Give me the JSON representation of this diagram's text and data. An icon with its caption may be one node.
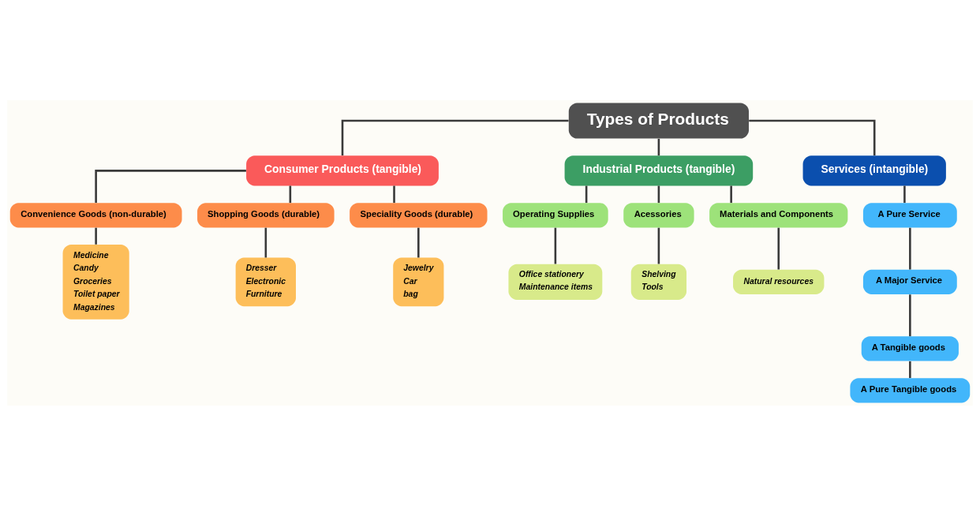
{
  "diagram": {
    "nodes": [
      {
        "text": [
          "Types of Products"
        ]
      },
      {
        "text": [
          "Consumer Products (tangible)"
        ]
      },
      {
        "text": [
          "Industrial Products (tangible)"
        ]
      },
      {
        "text": [
          "Services (intangible)"
        ]
      },
      {
        "text": [
          "Convenience Goods (non-durable)"
        ]
      },
      {
        "text": [
          "Shopping Goods (durable)"
        ]
      },
      {
        "text": [
          "Speciality Goods (durable)"
        ]
      },
      {
        "text": [
          "Medicine",
          "Candy",
          "Groceries",
          "Toilet paper",
          "Magazines"
        ]
      },
      {
        "text": [
          "Dresser",
          "Electronic",
          "Furniture"
        ]
      },
      {
        "text": [
          "Jewelry",
          "Car",
          "bag"
        ]
      },
      {
        "text": [
          "Operating Supplies"
        ]
      },
      {
        "text": [
          "Acessories"
        ]
      },
      {
        "text": [
          "Materials and Components"
        ]
      },
      {
        "text": [
          "Office stationery",
          "Maintenance items"
        ]
      },
      {
        "text": [
          "Shelving",
          "Tools"
        ]
      },
      {
        "text": [
          "Natural resources"
        ]
      },
      {
        "text": [
          "A Pure Service"
        ]
      },
      {
        "text": [
          "A Major Service"
        ]
      },
      {
        "text": [
          "A Tangible goods"
        ]
      },
      {
        "text": [
          "A Pure Tangible goods"
        ]
      }
    ],
    "edges": [
      {
        "from": 0,
        "to": 1,
        "arrow": "none"
      },
      {
        "from": 0,
        "to": 2,
        "arrow": "none"
      },
      {
        "from": 0,
        "to": 3,
        "arrow": "none"
      },
      {
        "from": 1,
        "to": 4,
        "arrow": "none"
      },
      {
        "from": 1,
        "to": 5,
        "arrow": "none"
      },
      {
        "from": 1,
        "to": 6,
        "arrow": "none"
      },
      {
        "from": 4,
        "to": 7,
        "arrow": "none"
      },
      {
        "from": 5,
        "to": 8,
        "arrow": "none"
      },
      {
        "from": 6,
        "to": 9,
        "arrow": "none"
      },
      {
        "from": 2,
        "to": 10,
        "arrow": "none"
      },
      {
        "from": 2,
        "to": 11,
        "arrow": "none"
      },
      {
        "from": 2,
        "to": 12,
        "arrow": "none"
      },
      {
        "from": 10,
        "to": 13,
        "arrow": "none"
      },
      {
        "from": 11,
        "to": 14,
        "arrow": "none"
      },
      {
        "from": 12,
        "to": 15,
        "arrow": "none"
      },
      {
        "from": 3,
        "to": 16,
        "arrow": "none"
      },
      {
        "from": 16,
        "to": 17,
        "arrow": "none"
      },
      {
        "from": 17,
        "to": 18,
        "arrow": "none"
      },
      {
        "from": 18,
        "to": 19,
        "arrow": "none"
      }
    ]
  }
}
